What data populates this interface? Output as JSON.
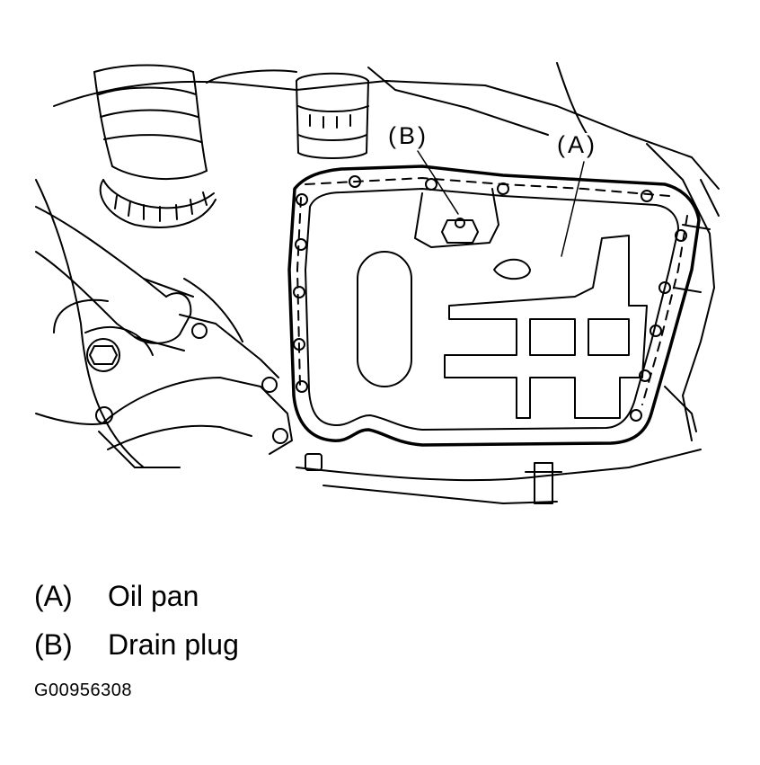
{
  "callouts": {
    "a": "(A)",
    "b": "(B)"
  },
  "legend": [
    {
      "key": "(A)",
      "label": "Oil pan"
    },
    {
      "key": "(B)",
      "label": "Drain plug"
    }
  ],
  "figure_id": "G00956308",
  "colors": {
    "ink": "#000000",
    "paper": "#ffffff"
  }
}
